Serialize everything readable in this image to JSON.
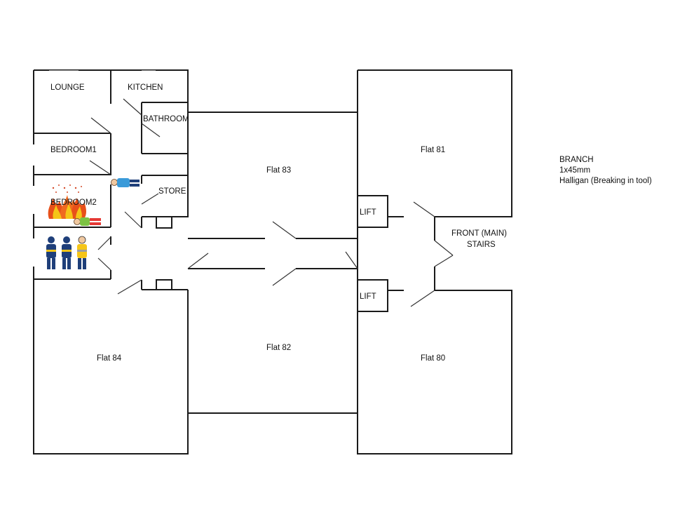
{
  "rooms": {
    "lounge": "LOUNGE",
    "kitchen": "KITCHEN",
    "bathroom": "BATHROOM",
    "bedroom1": "BEDROOM1",
    "bedroom2": "BEDROOM2",
    "store": "STORE",
    "lift_upper": "LIFT",
    "lift_lower": "LIFT",
    "stairs_line1": "FRONT (MAIN)",
    "stairs_line2": "STAIRS"
  },
  "flats": {
    "flat81": "Flat 81",
    "flat83": "Flat 83",
    "flat82": "Flat 82",
    "flat80": "Flat 80",
    "flat84": "Flat 84"
  },
  "equipment": {
    "branch": "BRANCH",
    "hose": "1x45mm",
    "tool": "Halligan (Breaking in tool)"
  },
  "colors": {
    "fire": "#e8501a",
    "casualty1_shirt": "#3a9ad9",
    "casualty2_shirt": "#e53935",
    "casualty2_trousers": "#7cc242",
    "firefighter_uniform": "#1f3f7a",
    "firefighter_vest": "#f5c518"
  },
  "icons": [
    "fire-icon",
    "casualty-icon",
    "firefighter-icon"
  ]
}
